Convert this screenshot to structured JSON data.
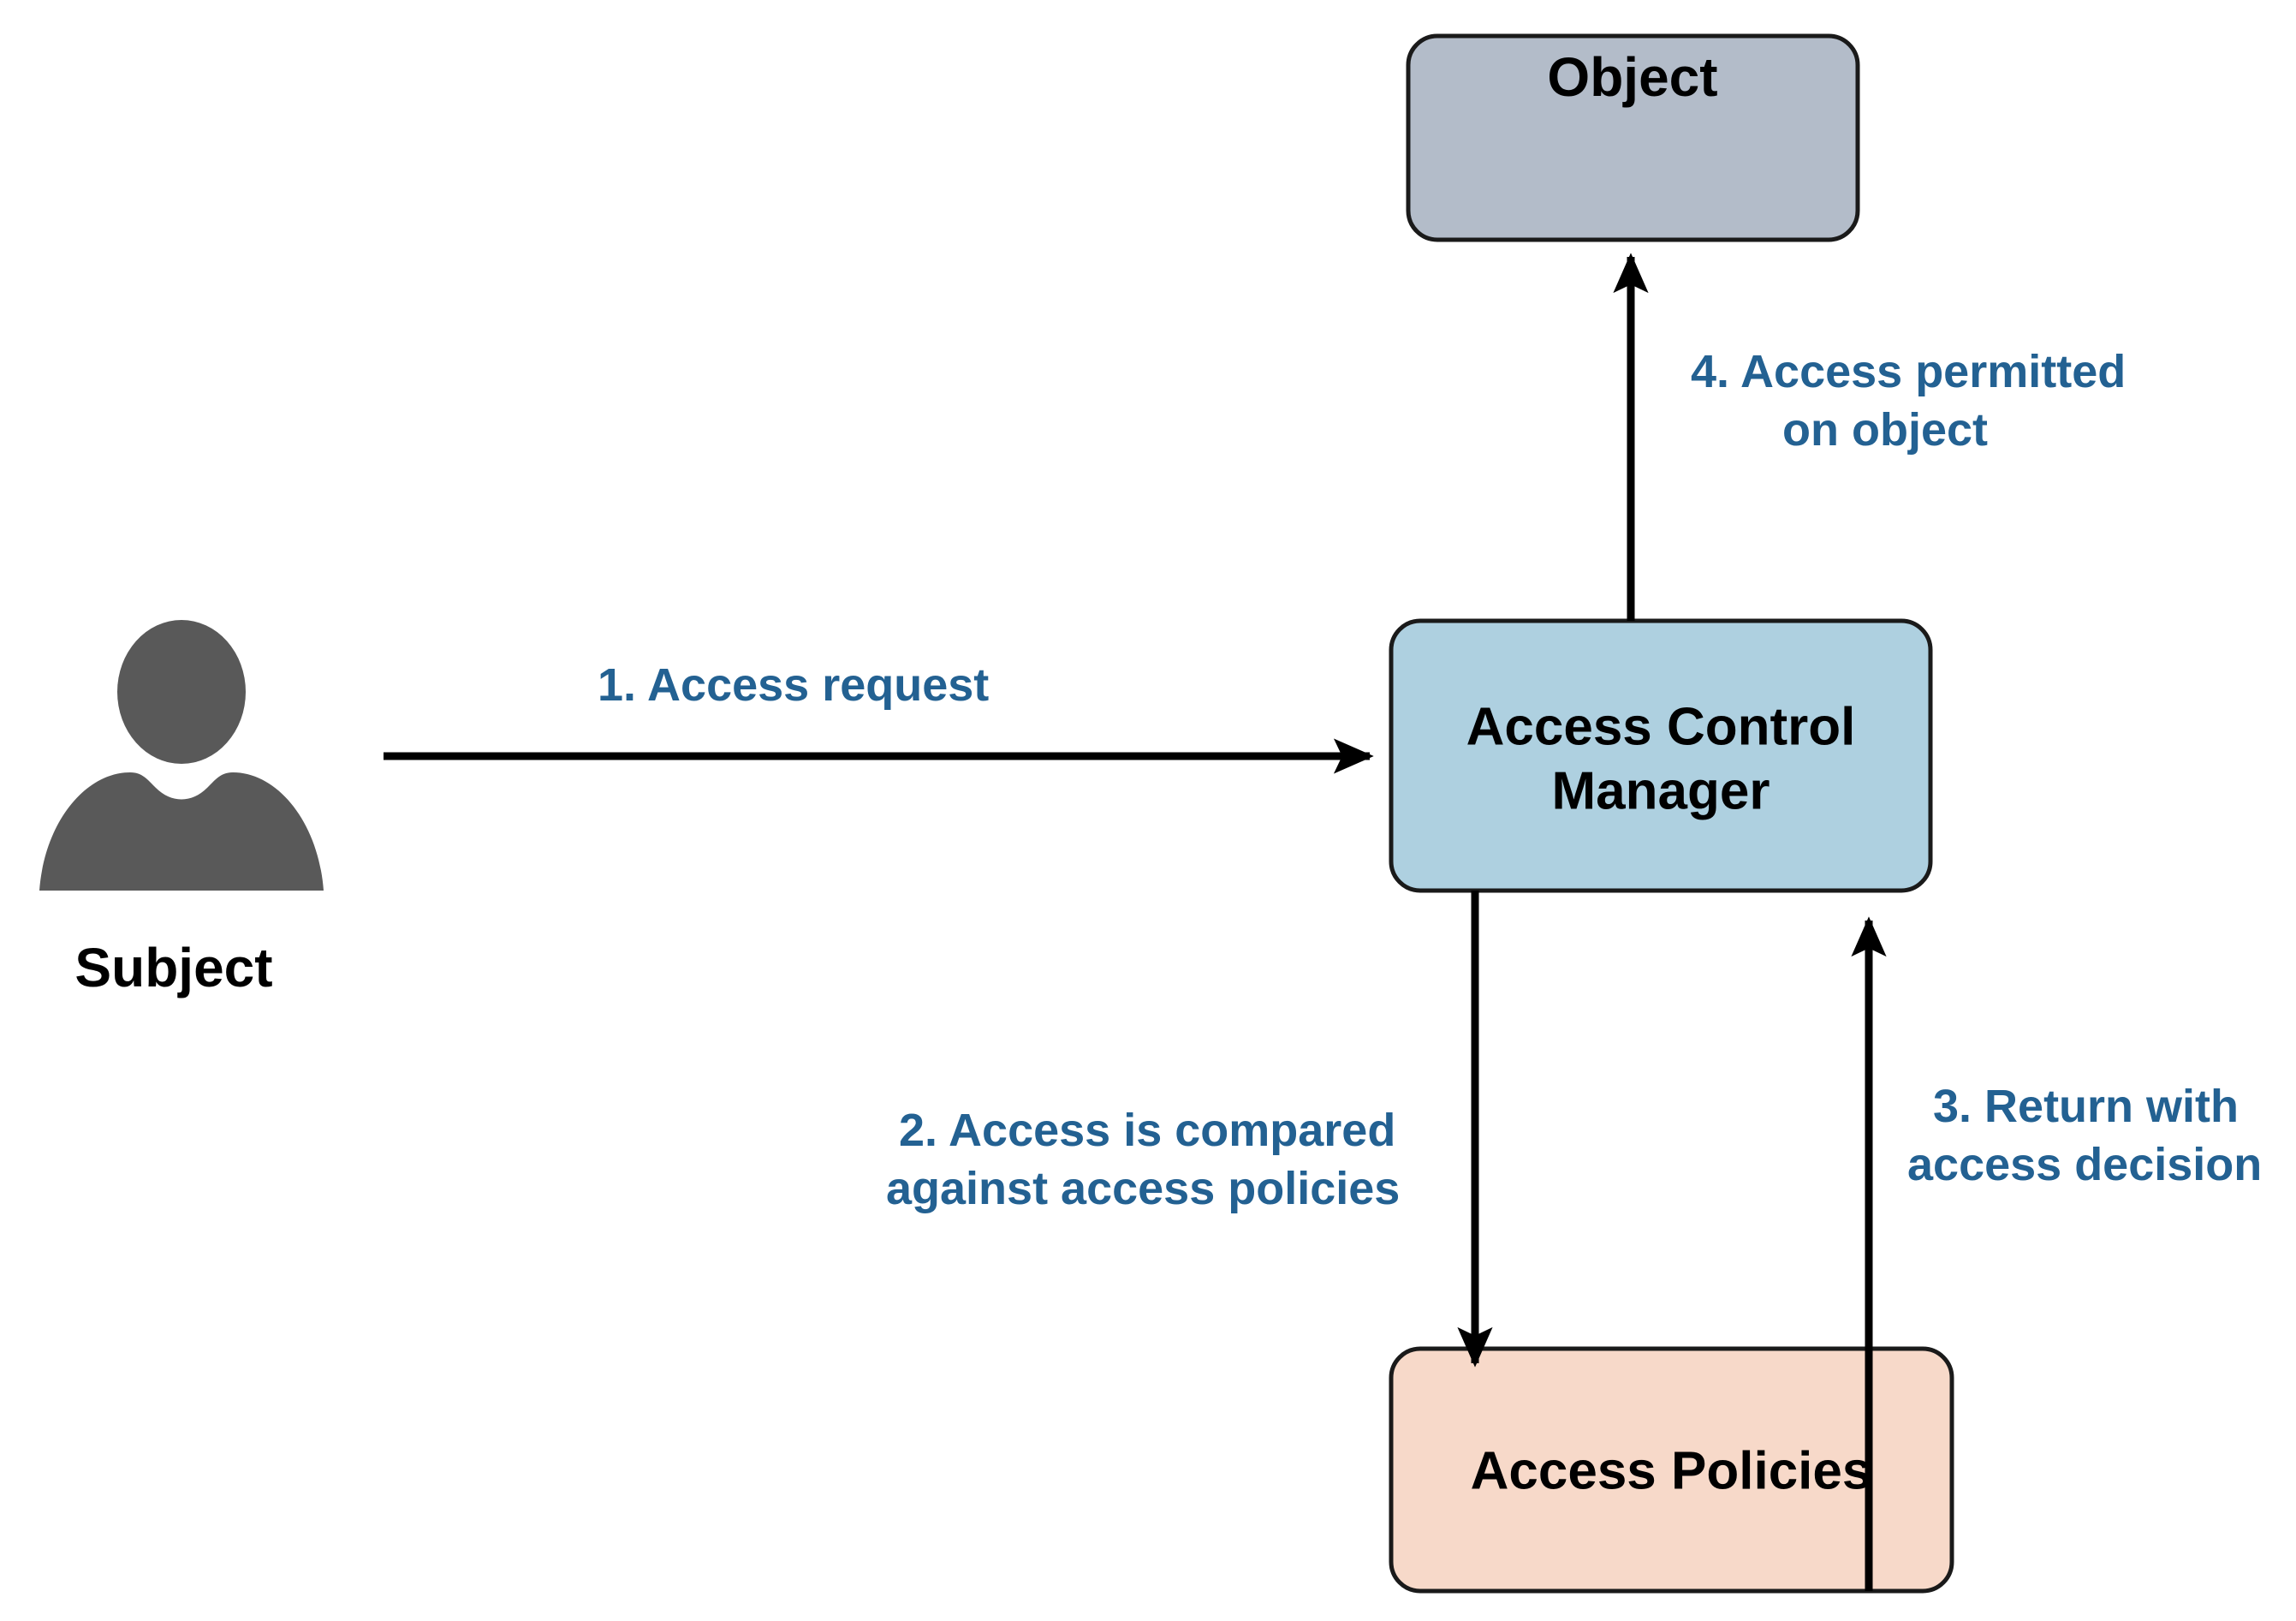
{
  "diagram": {
    "title": "Access Control Manager flow",
    "background": "#ffffff",
    "colors": {
      "object_fill": "#b3bcc9",
      "manager_fill": "#aed0e0",
      "policies_fill": "#f7d9c9",
      "actor_fill": "#595959",
      "edge_label": "#236192",
      "stroke": "#1a1a1a"
    },
    "actor": {
      "name": "subject-actor",
      "label": "Subject"
    },
    "nodes": [
      {
        "id": "object",
        "label": "Object"
      },
      {
        "id": "access-control-manager",
        "label_line1": "Access Control",
        "label_line2": "Manager"
      },
      {
        "id": "access-policies",
        "label": "Access Policies"
      }
    ],
    "edges": [
      {
        "id": "edge-1",
        "from": "subject",
        "to": "access-control-manager",
        "label_line1": "1. Access request",
        "label_line2": ""
      },
      {
        "id": "edge-2",
        "from": "access-control-manager",
        "to": "access-policies",
        "label_line1": "2. Access is compared",
        "label_line2": "against access policies"
      },
      {
        "id": "edge-3",
        "from": "access-policies",
        "to": "access-control-manager",
        "label_line1": "3. Return with",
        "label_line2": "access decision"
      },
      {
        "id": "edge-4",
        "from": "access-control-manager",
        "to": "object",
        "label_line1": "4. Access permitted",
        "label_line2": "on object"
      }
    ]
  }
}
